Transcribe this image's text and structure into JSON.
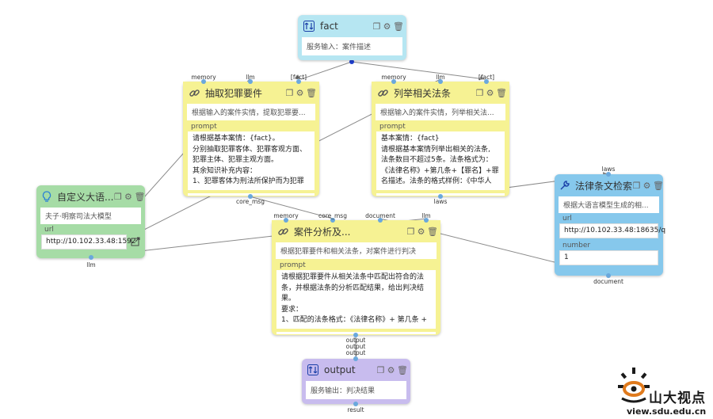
{
  "nodes": {
    "fact": {
      "title": "fact",
      "desc": "服务输入：案件描述",
      "icon": "io-icon",
      "ports": {
        "out": ""
      }
    },
    "extract": {
      "title": "抽取犯罪要件",
      "desc": "根据输入的案件实情，提取犯罪要...",
      "prompt_label": "prompt",
      "prompt_lines": [
        "请根据基本案情：{fact}。",
        "分别抽取犯罪客体、犯罪客观方面、",
        "犯罪主体、犯罪主观方面。",
        "其余知识补充内容：",
        "1、犯罪客体为刑法所保护而为犯罪"
      ],
      "ports": {
        "memory": "memory",
        "llm": "llm",
        "fact": "[fact]",
        "out": "core_msg"
      }
    },
    "laws": {
      "title": "列举相关法条",
      "desc": "根据输入的案件实情，列举相关法...",
      "prompt_label": "prompt",
      "prompt_lines": [
        "基本案情：{fact}",
        "请根据基本案情列举出相关的法条,",
        "法条数目不超过5条。法条格式为：",
        "《法律名称》+第几条+【罪名】+罪",
        "名描述。法条的格式样例：《中华人"
      ],
      "ports": {
        "memory": "memory",
        "llm": "llm",
        "fact": "[fact]",
        "out": "laws"
      }
    },
    "llm": {
      "title": "自定义大语...",
      "desc": "夫子·明察司法大模型",
      "url_label": "url",
      "url_value": "http://10.102.33.48:1592",
      "ports": {
        "out": "llm"
      }
    },
    "search": {
      "title": "法律条文检索",
      "desc": "根据大语言模型生成的相...",
      "url_label": "url",
      "url_value": "http://10.102.33.48:18635/q",
      "number_label": "number",
      "number_value": "1",
      "ports": {
        "in": "laws",
        "out": "document"
      }
    },
    "analysis": {
      "title": "案件分析及...",
      "desc": "根据犯罪要件和相关法条，对案件进行判决",
      "prompt_label": "prompt",
      "prompt_lines": [
        "请根据犯罪要件从相关法条中匹配出符合的法",
        "条，并根据法条的分析匹配结果，给出判决结",
        "果。",
        "要求：",
        "1、匹配的法条格式：《法律名称》+ 第几条 +"
      ],
      "ports": {
        "memory": "memory",
        "core_msg": "core_msg",
        "document": "document",
        "llm": "llm",
        "out1": "output",
        "out2": "output",
        "out3": "output"
      }
    },
    "output": {
      "title": "output",
      "desc": "服务输出：判决结果",
      "ports": {
        "out": "result"
      }
    }
  },
  "watermark": {
    "brand": "山大视点",
    "url": "view.sdu.edu.cn"
  },
  "colors": {
    "prompt_node": "#f6f293",
    "io_node": "#b6e6f2",
    "llm_node": "#a6dca6",
    "tool_node": "#86c8ec",
    "output_node": "#c8bcee",
    "port": "#6aa8dc",
    "wire": "#8a8a8a",
    "active_port": "#1f3fd0"
  }
}
